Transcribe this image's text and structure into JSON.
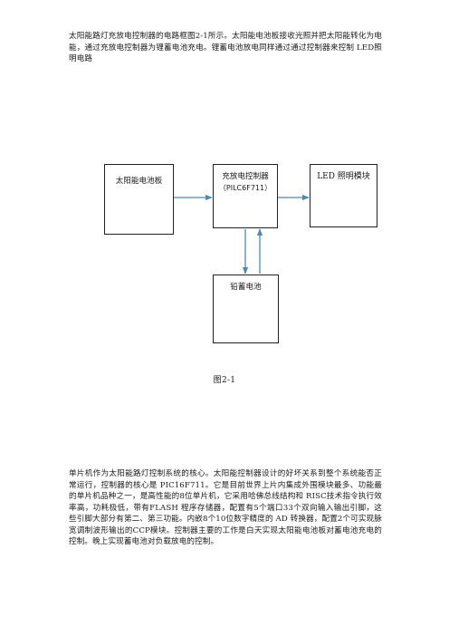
{
  "intro_paragraph": "太阳能路灯充放电控制器的电路框图2-1所示。太阳能电池板接收光照并把太阳能转化为电能，通过充放电控制器为锂蓄电池充电。锂蓄电池放电同样通过通过控制器来控制 LED照明电路",
  "diagram": {
    "solar_panel": "太阳能电池板",
    "controller_line1": "充放电控制器",
    "controller_line2": "（PILC6F711）",
    "led_module": "LED 照明模块",
    "battery": "铅蓄电池"
  },
  "figure_caption": "图2-1",
  "body_paragraph": "单片机作为太阳能路灯控制系统的核心。太阳能控制器设计的好坏关系到整个系统能否正常运行，控制器的核心是 PIC16F711。它是目前世界上片内集成外围模块最多、功能最的单片机品种之一，是高性能的8位单片机，它采用哈佛总线结构和 RISC技术指令执行效率高，功耗极低，带有FLASH 程序存储器，配置有5个端口33个双向输入输出引脚，这些引脚大部分有第二、第三功能。内嵌8个10位数字精度的 AD 转换器，配置2个可实现脉宽调制波形输出的CCP模块。控制器主要的工作是白天实现太阳能电池板对蓄电池充电的控制。晚上实现蓄电池对负载放电的控制。"
}
